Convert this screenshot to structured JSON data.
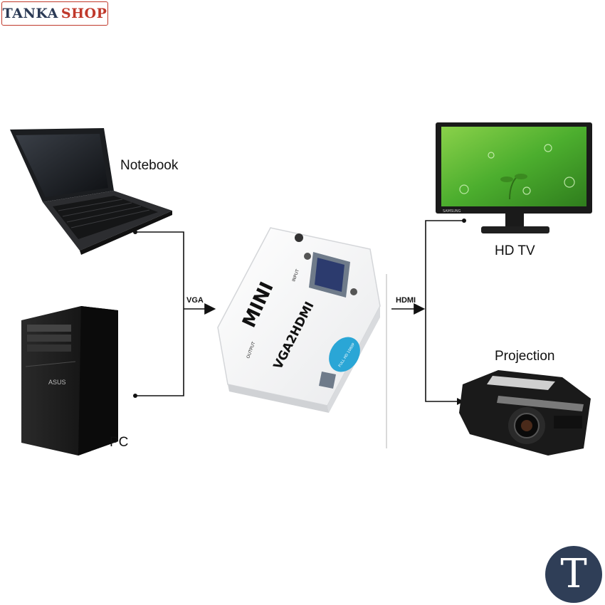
{
  "brand": {
    "word1": "TANKA",
    "word2": "SHOP"
  },
  "devices": {
    "notebook": "Notebook",
    "pc": "PC",
    "hdtv": "HD TV",
    "projection": "Projection"
  },
  "connections": {
    "input": "VGA",
    "output": "HDMI"
  },
  "adapter": {
    "mini": "MINI",
    "model": "VGA2HDMI",
    "input_port": "INPUT",
    "output_port": "OUTPUT",
    "badge": "FULL HD 1080P"
  },
  "monitor_brand": "SAMSUNG",
  "pc_brand": "ASUS",
  "corner_logo": "T",
  "colors": {
    "brand_red": "#c0392b",
    "brand_navy": "#2b3a55",
    "logo_bg": "#2f3e57",
    "badge_blue": "#2aa6d6"
  }
}
